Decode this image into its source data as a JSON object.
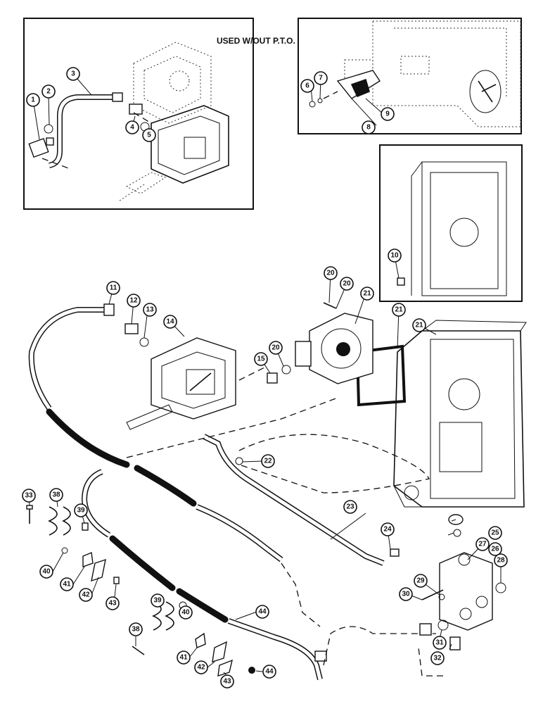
{
  "note": "USED W/OUT P.T.O.",
  "callouts": [
    "1",
    "2",
    "3",
    "4",
    "5",
    "6",
    "7",
    "8",
    "9",
    "10",
    "11",
    "12",
    "13",
    "14",
    "15",
    "20",
    "20",
    "20",
    "21",
    "21",
    "21",
    "22",
    "23",
    "24",
    "25",
    "26",
    "27",
    "28",
    "29",
    "30",
    "31",
    "32",
    "33",
    "38",
    "38",
    "39",
    "39",
    "40",
    "40",
    "41",
    "41",
    "42",
    "42",
    "43",
    "43",
    "44",
    "44"
  ]
}
